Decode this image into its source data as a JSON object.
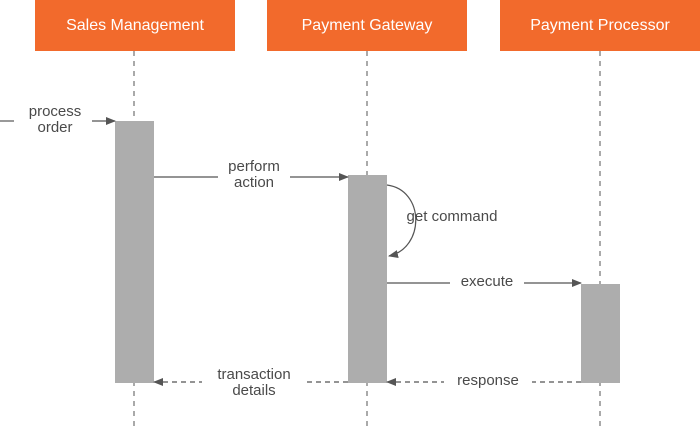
{
  "participants": [
    {
      "id": "sales",
      "label": "Sales Management"
    },
    {
      "id": "gateway",
      "label": "Payment Gateway"
    },
    {
      "id": "processor",
      "label": "Payment Processor"
    }
  ],
  "messages": {
    "process_order": {
      "line1": "process",
      "line2": "order"
    },
    "perform_action": {
      "line1": "perform",
      "line2": "action"
    },
    "get_command": {
      "line1": "get command"
    },
    "execute": {
      "line1": "execute"
    },
    "transaction_details": {
      "line1": "transaction",
      "line2": "details"
    },
    "response": {
      "line1": "response"
    }
  },
  "colors": {
    "header": "#f26a2c",
    "activation": "#adadad",
    "line": "#555555",
    "text": "#4a4a4a"
  }
}
